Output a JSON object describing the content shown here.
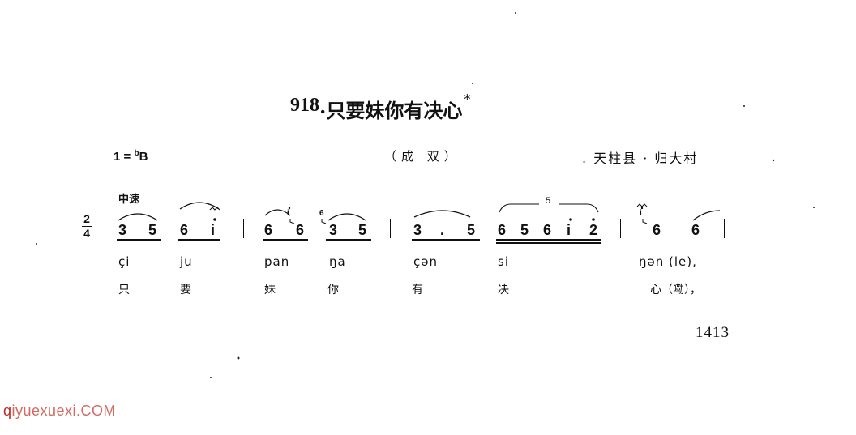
{
  "title": {
    "number": "918",
    "dot": ".",
    "text": "只要妹你有决心",
    "asterisk": "*"
  },
  "key_signature": {
    "prefix": "1 =",
    "flat": "b",
    "note": "B"
  },
  "genre": "（成 双）",
  "source": ". 天柱县 · 归大村",
  "tempo": "中速",
  "time_signature": {
    "top": "2",
    "bottom": "4"
  },
  "notes": {
    "m1": [
      "3",
      "5",
      "6",
      "i"
    ],
    "m2": [
      "6",
      "6",
      "3",
      "5"
    ],
    "m3": [
      "3",
      ".",
      "5",
      "6",
      "5",
      "6",
      "i",
      "2"
    ],
    "m4": [
      "6",
      "6"
    ],
    "grace_a": "i",
    "grace_b": "6",
    "grace_c": "i",
    "tuplet": "5"
  },
  "lyrics_romanized": [
    "çi",
    "ju",
    "pan",
    "ŋa",
    "çən",
    "si",
    "ŋən (le),"
  ],
  "lyrics_chinese": [
    "只",
    "要",
    "妹",
    "你",
    "有",
    "决",
    "心（嘞），"
  ],
  "page_number": "1413",
  "watermark": {
    "q": "q",
    "rest": "iyuexuexi.COM"
  }
}
